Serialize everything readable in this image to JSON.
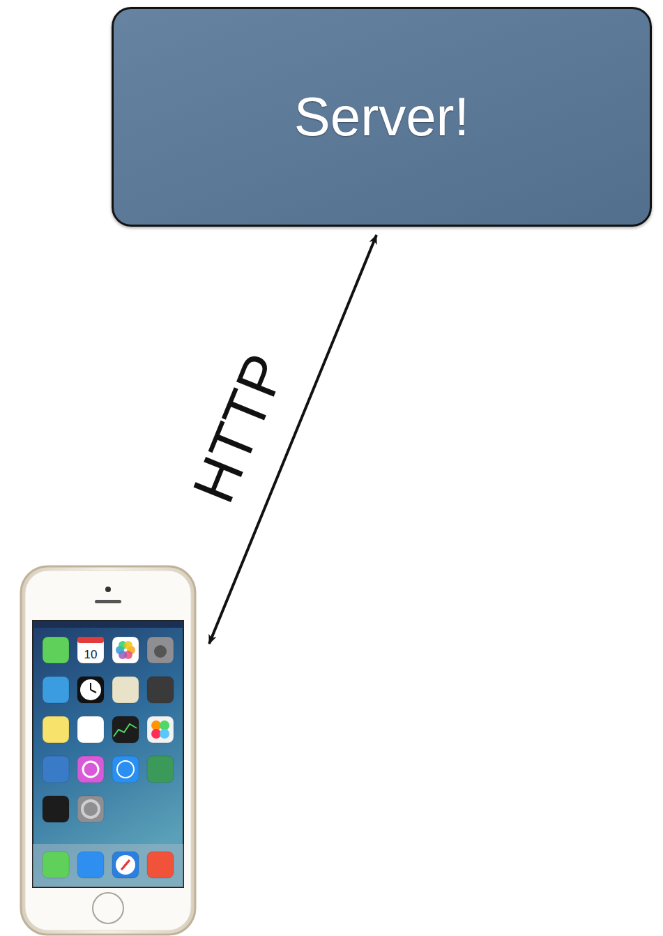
{
  "diagram": {
    "nodes": [
      {
        "text": [
          "Server!"
        ]
      }
    ],
    "labels": [
      "HTTP",
      "10"
    ]
  }
}
